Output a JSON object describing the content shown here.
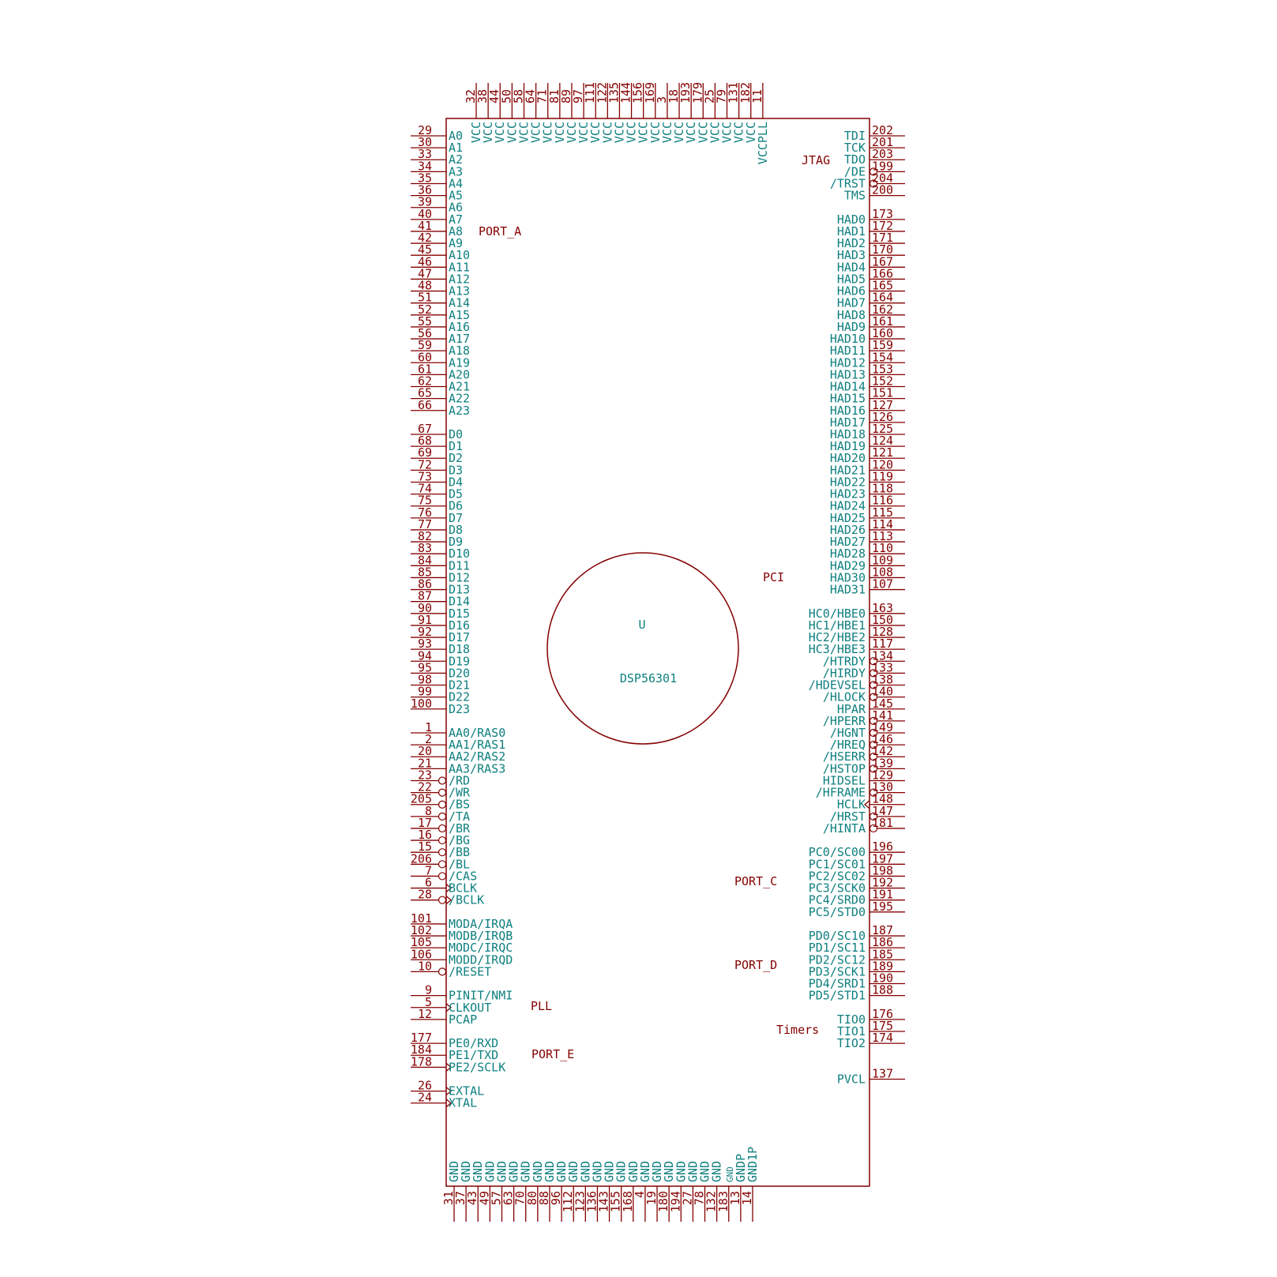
{
  "component": {
    "reference": "U",
    "value": "DSP56301"
  },
  "group_labels": {
    "jtag": "JTAG",
    "port_a": "PORT_A",
    "pci": "PCI",
    "port_c": "PORT_C",
    "port_d": "PORT_D",
    "pll": "PLL",
    "port_e": "PORT_E",
    "timers": "Timers"
  },
  "pins": {
    "left": [
      {
        "slot": 0,
        "name": "A0",
        "num": "29"
      },
      {
        "slot": 1,
        "name": "A1",
        "num": "30"
      },
      {
        "slot": 2,
        "name": "A2",
        "num": "33"
      },
      {
        "slot": 3,
        "name": "A3",
        "num": "34"
      },
      {
        "slot": 4,
        "name": "A4",
        "num": "35"
      },
      {
        "slot": 5,
        "name": "A5",
        "num": "36"
      },
      {
        "slot": 6,
        "name": "A6",
        "num": "39"
      },
      {
        "slot": 7,
        "name": "A7",
        "num": "40"
      },
      {
        "slot": 8,
        "name": "A8",
        "num": "41"
      },
      {
        "slot": 9,
        "name": "A9",
        "num": "42"
      },
      {
        "slot": 10,
        "name": "A10",
        "num": "45"
      },
      {
        "slot": 11,
        "name": "A11",
        "num": "46"
      },
      {
        "slot": 12,
        "name": "A12",
        "num": "47"
      },
      {
        "slot": 13,
        "name": "A13",
        "num": "48"
      },
      {
        "slot": 14,
        "name": "A14",
        "num": "51"
      },
      {
        "slot": 15,
        "name": "A15",
        "num": "52"
      },
      {
        "slot": 16,
        "name": "A16",
        "num": "55"
      },
      {
        "slot": 17,
        "name": "A17",
        "num": "56"
      },
      {
        "slot": 18,
        "name": "A18",
        "num": "59"
      },
      {
        "slot": 19,
        "name": "A19",
        "num": "60"
      },
      {
        "slot": 20,
        "name": "A20",
        "num": "61"
      },
      {
        "slot": 21,
        "name": "A21",
        "num": "62"
      },
      {
        "slot": 22,
        "name": "A22",
        "num": "65"
      },
      {
        "slot": 23,
        "name": "A23",
        "num": "66"
      },
      {
        "slot": 25,
        "name": "D0",
        "num": "67"
      },
      {
        "slot": 26,
        "name": "D1",
        "num": "68"
      },
      {
        "slot": 27,
        "name": "D2",
        "num": "69"
      },
      {
        "slot": 28,
        "name": "D3",
        "num": "72"
      },
      {
        "slot": 29,
        "name": "D4",
        "num": "73"
      },
      {
        "slot": 30,
        "name": "D5",
        "num": "74"
      },
      {
        "slot": 31,
        "name": "D6",
        "num": "75"
      },
      {
        "slot": 32,
        "name": "D7",
        "num": "76"
      },
      {
        "slot": 33,
        "name": "D8",
        "num": "77"
      },
      {
        "slot": 34,
        "name": "D9",
        "num": "82"
      },
      {
        "slot": 35,
        "name": "D10",
        "num": "83"
      },
      {
        "slot": 36,
        "name": "D11",
        "num": "84"
      },
      {
        "slot": 37,
        "name": "D12",
        "num": "85"
      },
      {
        "slot": 38,
        "name": "D13",
        "num": "86"
      },
      {
        "slot": 39,
        "name": "D14",
        "num": "87"
      },
      {
        "slot": 40,
        "name": "D15",
        "num": "90"
      },
      {
        "slot": 41,
        "name": "D16",
        "num": "91"
      },
      {
        "slot": 42,
        "name": "D17",
        "num": "92"
      },
      {
        "slot": 43,
        "name": "D18",
        "num": "93"
      },
      {
        "slot": 44,
        "name": "D19",
        "num": "94"
      },
      {
        "slot": 45,
        "name": "D20",
        "num": "95"
      },
      {
        "slot": 46,
        "name": "D21",
        "num": "98"
      },
      {
        "slot": 47,
        "name": "D22",
        "num": "99"
      },
      {
        "slot": 48,
        "name": "D23",
        "num": "100"
      },
      {
        "slot": 50,
        "name": "AA0/RAS0",
        "num": "1"
      },
      {
        "slot": 51,
        "name": "AA1/RAS1",
        "num": "2"
      },
      {
        "slot": 52,
        "name": "AA2/RAS2",
        "num": "20"
      },
      {
        "slot": 53,
        "name": "AA3/RAS3",
        "num": "21"
      },
      {
        "slot": 54,
        "name": "/RD",
        "num": "23",
        "inv": true
      },
      {
        "slot": 55,
        "name": "/WR",
        "num": "22",
        "inv": true
      },
      {
        "slot": 56,
        "name": "/BS",
        "num": "205",
        "inv": true
      },
      {
        "slot": 57,
        "name": "/TA",
        "num": "8",
        "inv": true
      },
      {
        "slot": 58,
        "name": "/BR",
        "num": "17",
        "inv": true
      },
      {
        "slot": 59,
        "name": "/BG",
        "num": "16",
        "inv": true
      },
      {
        "slot": 60,
        "name": "/BB",
        "num": "15",
        "inv": true
      },
      {
        "slot": 61,
        "name": "/BL",
        "num": "206",
        "inv": true
      },
      {
        "slot": 62,
        "name": "/CAS",
        "num": "7",
        "inv": true
      },
      {
        "slot": 63,
        "name": "BCLK",
        "num": "6",
        "clk": true
      },
      {
        "slot": 64,
        "name": "/BCLK",
        "num": "28",
        "inv": true,
        "clk": true
      },
      {
        "slot": 66,
        "name": "MODA/IRQA",
        "num": "101"
      },
      {
        "slot": 67,
        "name": "MODB/IRQB",
        "num": "102"
      },
      {
        "slot": 68,
        "name": "MODC/IRQC",
        "num": "105"
      },
      {
        "slot": 69,
        "name": "MODD/IRQD",
        "num": "106"
      },
      {
        "slot": 70,
        "name": "/RESET",
        "num": "10",
        "inv": true
      },
      {
        "slot": 72,
        "name": "PINIT/NMI",
        "num": "9"
      },
      {
        "slot": 73,
        "name": "CLKOUT",
        "num": "5",
        "clk": true
      },
      {
        "slot": 74,
        "name": "PCAP",
        "num": "12"
      },
      {
        "slot": 76,
        "name": "PE0/RXD",
        "num": "177"
      },
      {
        "slot": 77,
        "name": "PE1/TXD",
        "num": "184"
      },
      {
        "slot": 78,
        "name": "PE2/SCLK",
        "num": "178",
        "clk": true
      },
      {
        "slot": 80,
        "name": "EXTAL",
        "num": "26",
        "clk": true
      },
      {
        "slot": 81,
        "name": "XTAL",
        "num": "24",
        "clk": true
      }
    ],
    "right": [
      {
        "slot": 0,
        "name": "TDI",
        "num": "202"
      },
      {
        "slot": 1,
        "name": "TCK",
        "num": "201"
      },
      {
        "slot": 2,
        "name": "TDO",
        "num": "203"
      },
      {
        "slot": 3,
        "name": "/DE",
        "num": "199",
        "inv": true
      },
      {
        "slot": 4,
        "name": "/TRST",
        "num": "204",
        "inv": true
      },
      {
        "slot": 5,
        "name": "TMS",
        "num": "200"
      },
      {
        "slot": 7,
        "name": "HAD0",
        "num": "173"
      },
      {
        "slot": 8,
        "name": "HAD1",
        "num": "172"
      },
      {
        "slot": 9,
        "name": "HAD2",
        "num": "171"
      },
      {
        "slot": 10,
        "name": "HAD3",
        "num": "170"
      },
      {
        "slot": 11,
        "name": "HAD4",
        "num": "167"
      },
      {
        "slot": 12,
        "name": "HAD5",
        "num": "166"
      },
      {
        "slot": 13,
        "name": "HAD6",
        "num": "165"
      },
      {
        "slot": 14,
        "name": "HAD7",
        "num": "164"
      },
      {
        "slot": 15,
        "name": "HAD8",
        "num": "162"
      },
      {
        "slot": 16,
        "name": "HAD9",
        "num": "161"
      },
      {
        "slot": 17,
        "name": "HAD10",
        "num": "160"
      },
      {
        "slot": 18,
        "name": "HAD11",
        "num": "159"
      },
      {
        "slot": 19,
        "name": "HAD12",
        "num": "154"
      },
      {
        "slot": 20,
        "name": "HAD13",
        "num": "153"
      },
      {
        "slot": 21,
        "name": "HAD14",
        "num": "152"
      },
      {
        "slot": 22,
        "name": "HAD15",
        "num": "151"
      },
      {
        "slot": 23,
        "name": "HAD16",
        "num": "127"
      },
      {
        "slot": 24,
        "name": "HAD17",
        "num": "126"
      },
      {
        "slot": 25,
        "name": "HAD18",
        "num": "125"
      },
      {
        "slot": 26,
        "name": "HAD19",
        "num": "124"
      },
      {
        "slot": 27,
        "name": "HAD20",
        "num": "121"
      },
      {
        "slot": 28,
        "name": "HAD21",
        "num": "120"
      },
      {
        "slot": 29,
        "name": "HAD22",
        "num": "119"
      },
      {
        "slot": 30,
        "name": "HAD23",
        "num": "118"
      },
      {
        "slot": 31,
        "name": "HAD24",
        "num": "116"
      },
      {
        "slot": 32,
        "name": "HAD25",
        "num": "115"
      },
      {
        "slot": 33,
        "name": "HAD26",
        "num": "114"
      },
      {
        "slot": 34,
        "name": "HAD27",
        "num": "113"
      },
      {
        "slot": 35,
        "name": "HAD28",
        "num": "110"
      },
      {
        "slot": 36,
        "name": "HAD29",
        "num": "109"
      },
      {
        "slot": 37,
        "name": "HAD30",
        "num": "108"
      },
      {
        "slot": 38,
        "name": "HAD31",
        "num": "107"
      },
      {
        "slot": 40,
        "name": "HC0/HBE0",
        "num": "163"
      },
      {
        "slot": 41,
        "name": "HC1/HBE1",
        "num": "150"
      },
      {
        "slot": 42,
        "name": "HC2/HBE2",
        "num": "128"
      },
      {
        "slot": 43,
        "name": "HC3/HBE3",
        "num": "117"
      },
      {
        "slot": 44,
        "name": "/HTRDY",
        "num": "134",
        "inv": true
      },
      {
        "slot": 45,
        "name": "/HIRDY",
        "num": "133",
        "inv": true
      },
      {
        "slot": 46,
        "name": "/HDEVSEL",
        "num": "138",
        "inv": true
      },
      {
        "slot": 47,
        "name": "/HLOCK",
        "num": "140",
        "inv": true
      },
      {
        "slot": 48,
        "name": "HPAR",
        "num": "145"
      },
      {
        "slot": 49,
        "name": "/HPERR",
        "num": "141",
        "inv": true
      },
      {
        "slot": 50,
        "name": "/HGNT",
        "num": "149",
        "inv": true
      },
      {
        "slot": 51,
        "name": "/HREQ",
        "num": "146",
        "inv": true
      },
      {
        "slot": 52,
        "name": "/HSERR",
        "num": "142",
        "inv": true
      },
      {
        "slot": 53,
        "name": "/HSTOP",
        "num": "139",
        "inv": true
      },
      {
        "slot": 54,
        "name": "HIDSEL",
        "num": "129"
      },
      {
        "slot": 55,
        "name": "/HFRAME",
        "num": "130",
        "inv": true
      },
      {
        "slot": 56,
        "name": "HCLK",
        "num": "148",
        "clk": true
      },
      {
        "slot": 57,
        "name": "/HRST",
        "num": "147",
        "inv": true
      },
      {
        "slot": 58,
        "name": "/HINTA",
        "num": "181",
        "inv": true
      },
      {
        "slot": 60,
        "name": "PC0/SC00",
        "num": "196"
      },
      {
        "slot": 61,
        "name": "PC1/SC01",
        "num": "197"
      },
      {
        "slot": 62,
        "name": "PC2/SC02",
        "num": "198"
      },
      {
        "slot": 63,
        "name": "PC3/SCK0",
        "num": "192"
      },
      {
        "slot": 64,
        "name": "PC4/SRD0",
        "num": "191"
      },
      {
        "slot": 65,
        "name": "PC5/STD0",
        "num": "195"
      },
      {
        "slot": 67,
        "name": "PD0/SC10",
        "num": "187"
      },
      {
        "slot": 68,
        "name": "PD1/SC11",
        "num": "186"
      },
      {
        "slot": 69,
        "name": "PD2/SC12",
        "num": "185"
      },
      {
        "slot": 70,
        "name": "PD3/SCK1",
        "num": "189"
      },
      {
        "slot": 71,
        "name": "PD4/SRD1",
        "num": "190"
      },
      {
        "slot": 72,
        "name": "PD5/STD1",
        "num": "188"
      },
      {
        "slot": 74,
        "name": "TIO0",
        "num": "176"
      },
      {
        "slot": 75,
        "name": "TIO1",
        "num": "175"
      },
      {
        "slot": 76,
        "name": "TIO2",
        "num": "174"
      },
      {
        "slot": 79,
        "name": "PVCL",
        "num": "137"
      }
    ],
    "top": [
      {
        "name": "VCC",
        "num": "32"
      },
      {
        "name": "VCC",
        "num": "38"
      },
      {
        "name": "VCC",
        "num": "44"
      },
      {
        "name": "VCC",
        "num": "50"
      },
      {
        "name": "VCC",
        "num": "58"
      },
      {
        "name": "VCC",
        "num": "64"
      },
      {
        "name": "VCC",
        "num": "71"
      },
      {
        "name": "VCC",
        "num": "81"
      },
      {
        "name": "VCC",
        "num": "89"
      },
      {
        "name": "VCC",
        "num": "97"
      },
      {
        "name": "VCC",
        "num": "111"
      },
      {
        "name": "VCC",
        "num": "122"
      },
      {
        "name": "VCC",
        "num": "135"
      },
      {
        "name": "VCC",
        "num": "144"
      },
      {
        "name": "VCC",
        "num": "156"
      },
      {
        "name": "VCC",
        "num": "169"
      },
      {
        "name": "VCC",
        "num": "3"
      },
      {
        "name": "VCC",
        "num": "18"
      },
      {
        "name": "VCC",
        "num": "193"
      },
      {
        "name": "VCC",
        "num": "179"
      },
      {
        "name": "VCC",
        "num": "25"
      },
      {
        "name": "VCC",
        "num": "79"
      },
      {
        "name": "VCC",
        "num": "131"
      },
      {
        "name": "VCC",
        "num": "182"
      },
      {
        "name": "VCCPLL",
        "num": "11"
      }
    ],
    "bottom": [
      {
        "name": "GND",
        "num": "31"
      },
      {
        "name": "GND",
        "num": "37"
      },
      {
        "name": "GND",
        "num": "43"
      },
      {
        "name": "GND",
        "num": "49"
      },
      {
        "name": "GND",
        "num": "57"
      },
      {
        "name": "GND",
        "num": "63"
      },
      {
        "name": "GND",
        "num": "70"
      },
      {
        "name": "GND",
        "num": "80"
      },
      {
        "name": "GND",
        "num": "88"
      },
      {
        "name": "GND",
        "num": "96"
      },
      {
        "name": "GND",
        "num": "112"
      },
      {
        "name": "GND",
        "num": "123"
      },
      {
        "name": "GND",
        "num": "136"
      },
      {
        "name": "GND",
        "num": "143"
      },
      {
        "name": "GND",
        "num": "155"
      },
      {
        "name": "GND",
        "num": "168"
      },
      {
        "name": "GND",
        "num": "4"
      },
      {
        "name": "GND",
        "num": "19"
      },
      {
        "name": "GND",
        "num": "180"
      },
      {
        "name": "GND",
        "num": "194"
      },
      {
        "name": "GND",
        "num": "27"
      },
      {
        "name": "GND",
        "num": "78"
      },
      {
        "name": "GND",
        "num": "132"
      },
      {
        "name": "GND",
        "num": "183",
        "small": true
      },
      {
        "name": "GNDP",
        "num": "13"
      },
      {
        "name": "GND1P",
        "num": "14"
      }
    ]
  },
  "colors": {
    "outline": "#840000",
    "pin_name": "#0f7f7f",
    "pin_number": "#840000"
  }
}
